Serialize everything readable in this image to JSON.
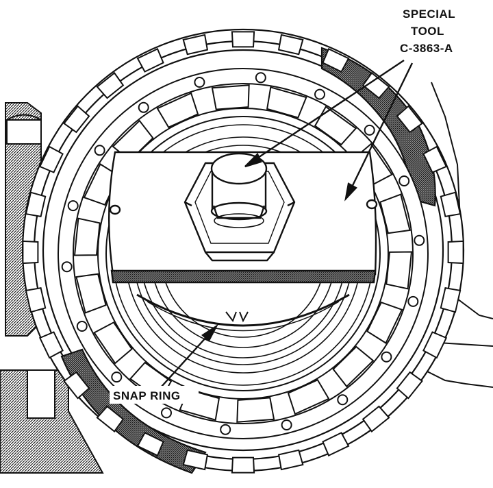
{
  "labels": {
    "tool_line1": "SPECIAL",
    "tool_line2": "TOOL",
    "tool_line3": "C-3863-A",
    "snap_ring": "SNAP RING"
  },
  "colors": {
    "ink": "#111111",
    "paper": "#ffffff",
    "shade": "#9a9a9a"
  }
}
